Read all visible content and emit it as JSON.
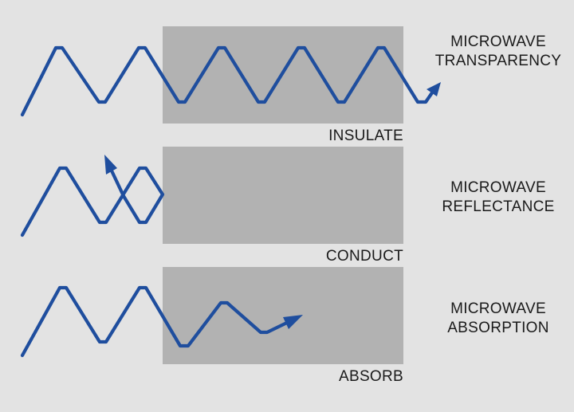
{
  "panels": [
    {
      "material_label": "INSULATE",
      "effect_line1": "MICROWAVE",
      "effect_line2": "TRANSPARENCY"
    },
    {
      "material_label": "CONDUCT",
      "effect_line1": "MICROWAVE",
      "effect_line2": "REFLECTANCE"
    },
    {
      "material_label": "ABSORB",
      "effect_line1": "MICROWAVE",
      "effect_line2": "ABSORPTION"
    }
  ],
  "colors": {
    "background": "#e3e3e3",
    "material": "#b2b2b2",
    "wave": "#1f4e9e"
  }
}
